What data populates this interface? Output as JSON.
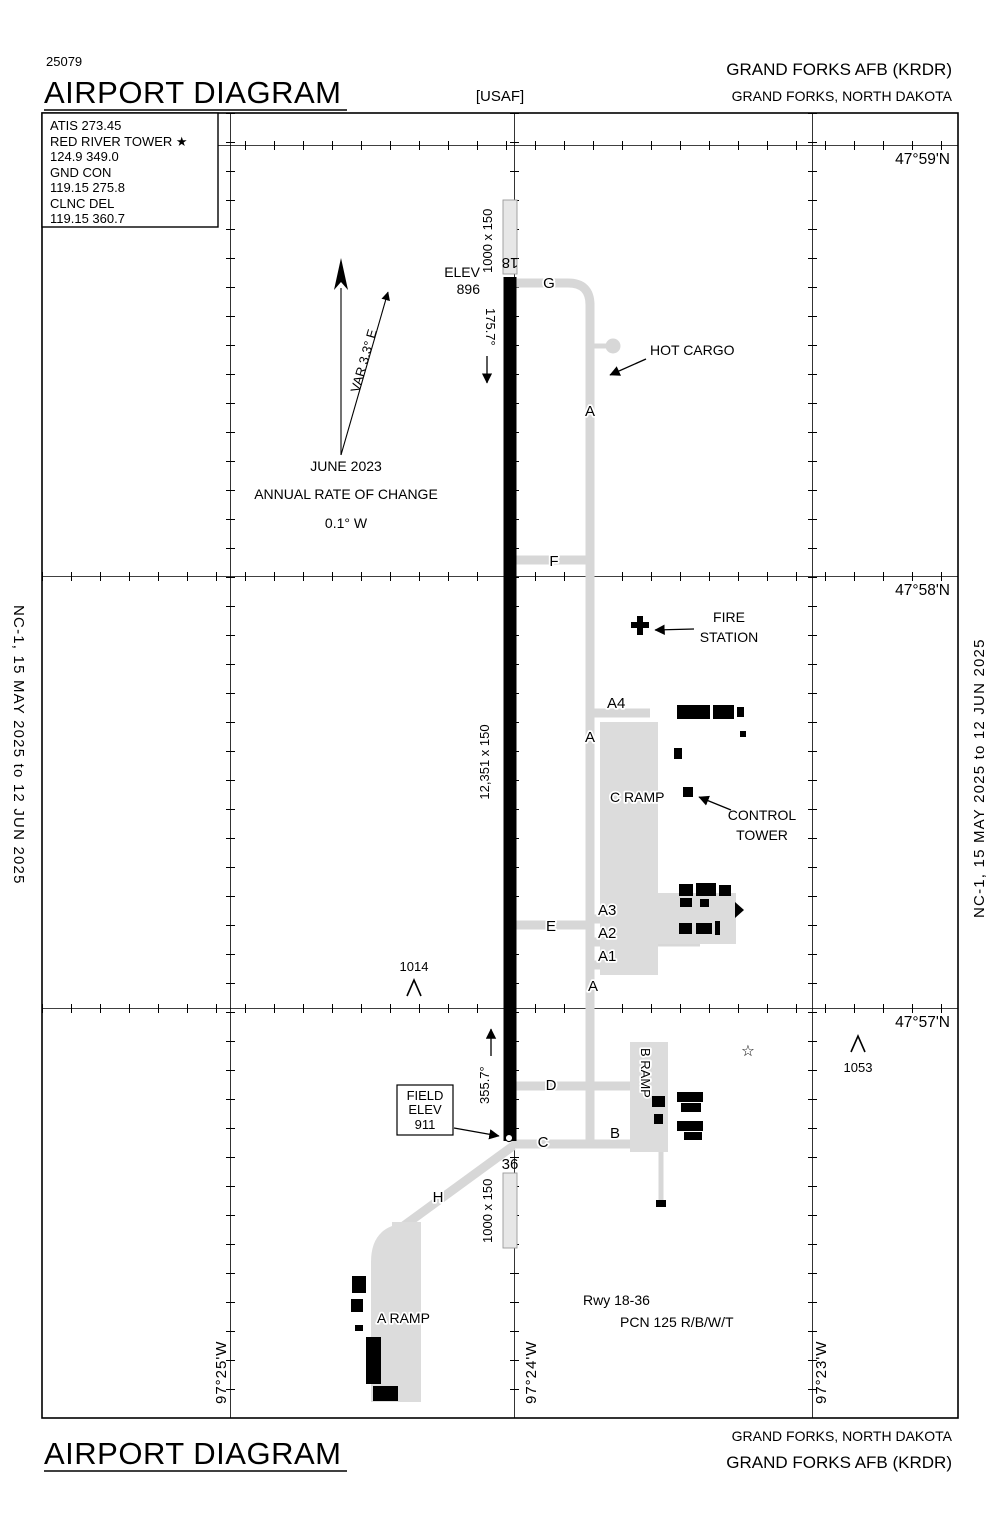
{
  "header": {
    "chart_number": "25079",
    "title": "AIRPORT DIAGRAM",
    "org": "[USAF]",
    "airport": "GRAND FORKS AFB  (KRDR)",
    "city": "GRAND FORKS, NORTH DAKOTA"
  },
  "comm_box": {
    "lines": [
      "ATIS  273.45",
      "RED RIVER TOWER ★",
      "124.9  349.0",
      "GND CON",
      "119.15  275.8",
      "CLNC DEL",
      "119.15  360.7"
    ]
  },
  "compass": {
    "date": "JUNE 2023",
    "rate_label": "ANNUAL RATE OF CHANGE",
    "rate_value": "0.1° W",
    "variation": "VAR  3.3° E"
  },
  "runway": {
    "rw18": "18",
    "rw36": "36",
    "dimensions": "12,351 x 150",
    "overrun_top": "1000 x 150",
    "overrun_bottom": "1000 x 150",
    "heading_south": "175.7°",
    "heading_north": "355.7°",
    "elev_top_label": "ELEV",
    "elev_top_value": "896",
    "field_elev": [
      "FIELD",
      "ELEV",
      "911"
    ],
    "info_line1": "Rwy 18-36",
    "info_line2": "PCN 125 R/B/W/T"
  },
  "taxiways": {
    "a": "A",
    "b": "B",
    "c": "C",
    "d": "D",
    "e": "E",
    "f": "F",
    "g": "G",
    "h": "H",
    "a1": "A1",
    "a2": "A2",
    "a3": "A3",
    "a4": "A4"
  },
  "features": {
    "hot_cargo": "HOT CARGO",
    "fire_station": [
      "FIRE",
      "STATION"
    ],
    "control_tower": [
      "CONTROL",
      "TOWER"
    ],
    "c_ramp": "C RAMP",
    "b_ramp": "B RAMP",
    "a_ramp": "A RAMP",
    "obstacle_1014": "1014",
    "obstacle_1053": "1053"
  },
  "graticule": {
    "lat": [
      "47°59'N",
      "47°58'N",
      "47°57'N"
    ],
    "lon": [
      "97°25'W",
      "97°24'W",
      "97°23'W"
    ]
  },
  "margins": {
    "left": "NC-1,  15 MAY 2025  to  12 JUN 2025",
    "right": "NC-1,  15 MAY 2025  to  12 JUN 2025"
  },
  "footer": {
    "title": "AIRPORT DIAGRAM",
    "city": "GRAND FORKS, NORTH DAKOTA",
    "airport": "GRAND FORKS AFB  (KRDR)"
  }
}
